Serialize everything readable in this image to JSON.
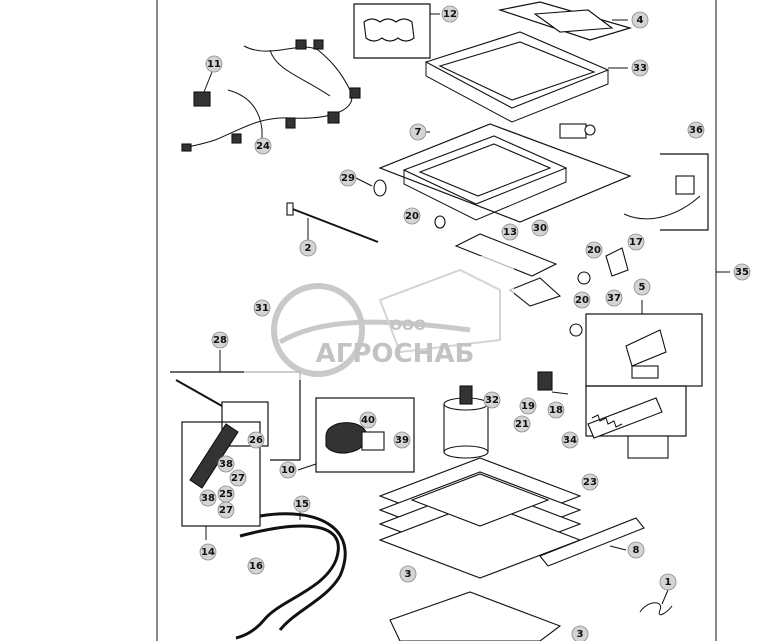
{
  "diagram": {
    "callouts": [
      {
        "id": "c12",
        "label": "12"
      },
      {
        "id": "c4",
        "label": "4"
      },
      {
        "id": "c33",
        "label": "33"
      },
      {
        "id": "c11",
        "label": "11"
      },
      {
        "id": "c24",
        "label": "24"
      },
      {
        "id": "c7",
        "label": "7"
      },
      {
        "id": "c36",
        "label": "36"
      },
      {
        "id": "c29",
        "label": "29"
      },
      {
        "id": "c20a",
        "label": "20"
      },
      {
        "id": "c13",
        "label": "13"
      },
      {
        "id": "c2",
        "label": "2"
      },
      {
        "id": "c30",
        "label": "30"
      },
      {
        "id": "c20b",
        "label": "20"
      },
      {
        "id": "c17",
        "label": "17"
      },
      {
        "id": "c35",
        "label": "35"
      },
      {
        "id": "c37",
        "label": "37"
      },
      {
        "id": "c5",
        "label": "5"
      },
      {
        "id": "c20c",
        "label": "20"
      },
      {
        "id": "c31",
        "label": "31"
      },
      {
        "id": "c28",
        "label": "28"
      },
      {
        "id": "c19",
        "label": "19"
      },
      {
        "id": "c18",
        "label": "18"
      },
      {
        "id": "c32",
        "label": "32"
      },
      {
        "id": "c40",
        "label": "40"
      },
      {
        "id": "c21",
        "label": "21"
      },
      {
        "id": "c34",
        "label": "34"
      },
      {
        "id": "c39",
        "label": "39"
      },
      {
        "id": "c26",
        "label": "26"
      },
      {
        "id": "c38a",
        "label": "38"
      },
      {
        "id": "c27a",
        "label": "27"
      },
      {
        "id": "c10",
        "label": "10"
      },
      {
        "id": "c23",
        "label": "23"
      },
      {
        "id": "c38b",
        "label": "38"
      },
      {
        "id": "c25",
        "label": "25"
      },
      {
        "id": "c27b",
        "label": "27"
      },
      {
        "id": "c15",
        "label": "15"
      },
      {
        "id": "c14",
        "label": "14"
      },
      {
        "id": "c8",
        "label": "8"
      },
      {
        "id": "c16",
        "label": "16"
      },
      {
        "id": "c3a",
        "label": "3"
      },
      {
        "id": "c1",
        "label": "1"
      },
      {
        "id": "c3b",
        "label": "3"
      }
    ]
  },
  "watermark": {
    "company_prefix": "ООО",
    "company_name": "АГРОСНАБ"
  }
}
